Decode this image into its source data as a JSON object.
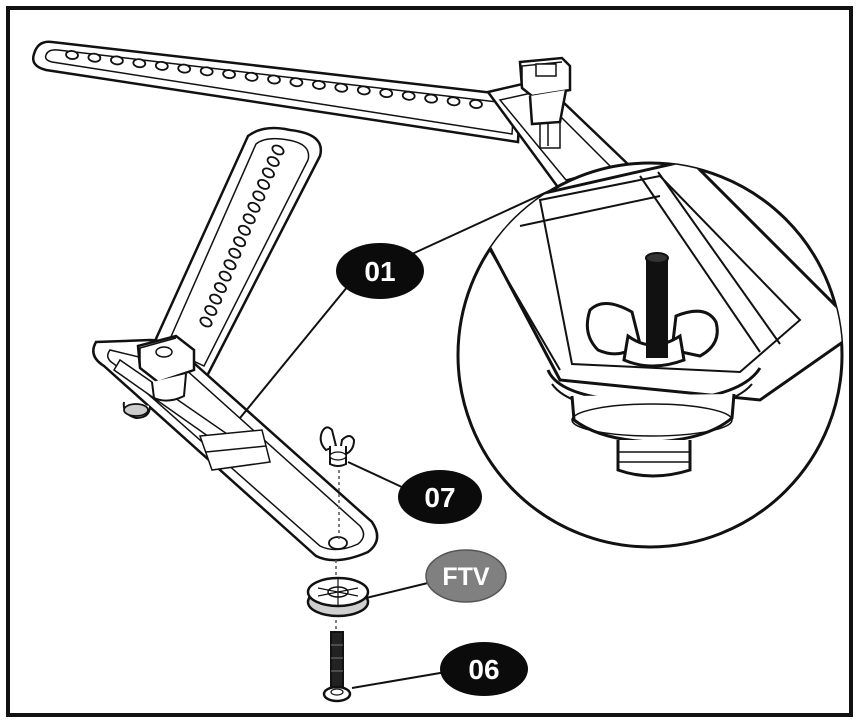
{
  "callouts": {
    "c01": "01",
    "c07": "07",
    "cftv": "FTV",
    "c06": "06"
  },
  "colors": {
    "line": "#111111",
    "callout_fill": "#0b0b0b",
    "ftv_fill": "#808080",
    "background": "#ffffff"
  }
}
